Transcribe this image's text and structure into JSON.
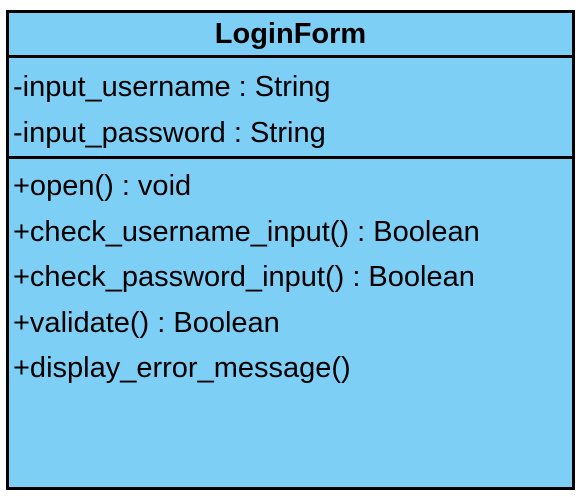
{
  "class_box": {
    "name": "LoginForm",
    "fill_color": "#7ecff5",
    "border_color": "#000000",
    "attributes": [
      "-input_username : String",
      "-input_password : String"
    ],
    "operations": [
      "+open() : void",
      "+check_username_input() : Boolean",
      "+check_password_input() : Boolean",
      "+validate() : Boolean",
      "+display_error_message()"
    ]
  }
}
